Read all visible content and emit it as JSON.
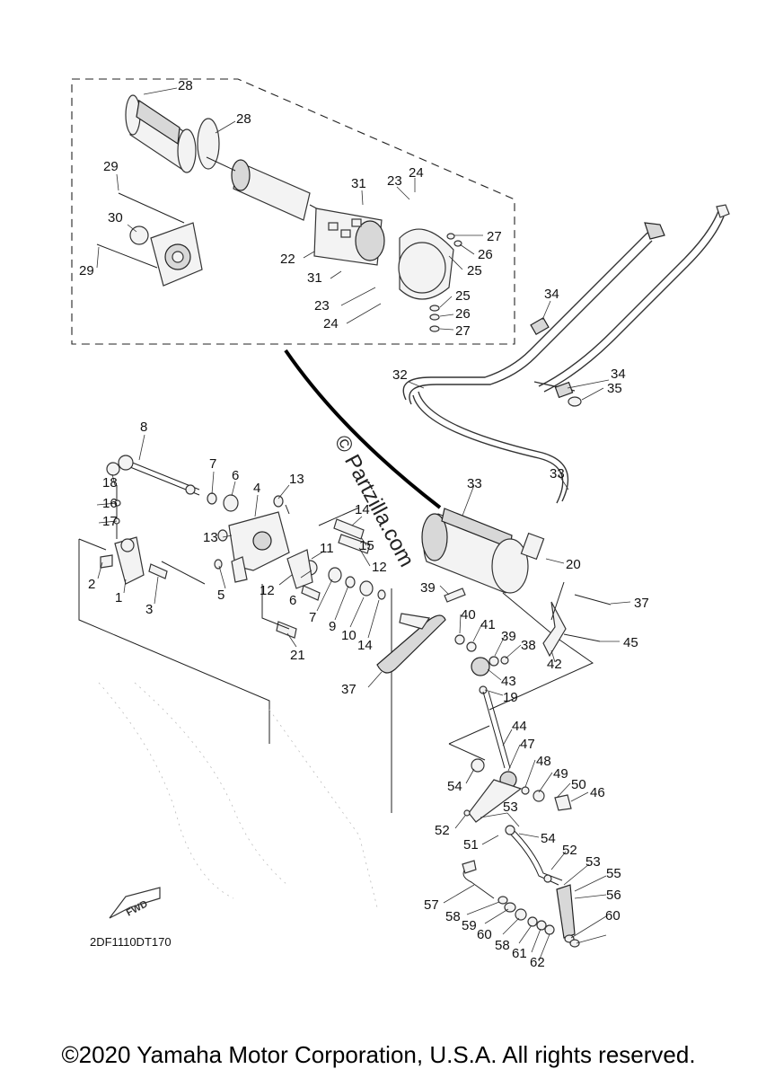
{
  "diagram": {
    "code": "2DF1110DT170",
    "watermark": "© Partzilla.com",
    "fwd_label": "FWD",
    "callouts": [
      "28",
      "28",
      "29",
      "30",
      "29",
      "31",
      "23",
      "24",
      "22",
      "31",
      "23",
      "24",
      "27",
      "26",
      "25",
      "25",
      "26",
      "27",
      "34",
      "32",
      "34",
      "35",
      "8",
      "7",
      "6",
      "13",
      "18",
      "16",
      "17",
      "4",
      "13",
      "2",
      "1",
      "3",
      "5",
      "14",
      "12",
      "11",
      "12",
      "6",
      "7",
      "9",
      "10",
      "14",
      "15",
      "21",
      "33",
      "33",
      "20",
      "39",
      "40",
      "41",
      "39",
      "38",
      "43",
      "19",
      "37",
      "37",
      "45",
      "42",
      "44",
      "47",
      "48",
      "49",
      "50",
      "46",
      "54",
      "53",
      "52",
      "51",
      "54",
      "52",
      "53",
      "55",
      "56",
      "57",
      "58",
      "59",
      "60",
      "58",
      "61",
      "62",
      "60"
    ]
  },
  "footer": {
    "copyright": "©2020 Yamaha Motor Corporation, U.S.A. All rights reserved."
  }
}
